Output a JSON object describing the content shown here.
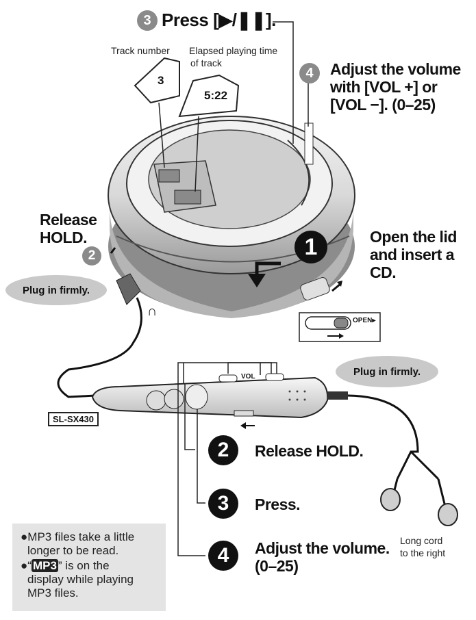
{
  "header": {
    "step3_num": "3",
    "step3_text": "Press [▶/❚❚]."
  },
  "display": {
    "track_label": "Track number",
    "track_value": "3",
    "elapsed_label_1": "Elapsed playing time",
    "elapsed_label_2": "of track",
    "elapsed_value": "5:22"
  },
  "step4_top": {
    "num": "4",
    "line1": "Adjust the volume",
    "line2": "with [VOL +] or",
    "line3": "[VOL −]. (0–25)"
  },
  "step2_top": {
    "num": "2",
    "line1": "Release",
    "line2": "HOLD."
  },
  "step1": {
    "num": "1",
    "line1": "Open the lid",
    "line2": "and insert a",
    "line3": "CD."
  },
  "bubbles": {
    "left": "Plug in firmly.",
    "right": "Plug in firmly."
  },
  "switch_label": "OPEN▸",
  "headphone_glyph": "∩",
  "remote": {
    "vol_label": "VOL",
    "model": "SL-SX430"
  },
  "remote_steps": [
    {
      "num": "2",
      "text": "Release HOLD.",
      "text2": ""
    },
    {
      "num": "3",
      "text": "Press.",
      "text2": ""
    },
    {
      "num": "4",
      "text": "Adjust the volume.",
      "text2": "(0–25)"
    }
  ],
  "cord_label": {
    "line1": "Long cord",
    "line2": "to the right"
  },
  "notes": {
    "item1_line1": "MP3 files take a little",
    "item1_line2": "longer to be read.",
    "item2_prefix": "“",
    "item2_chip": "MP3",
    "item2_line1_rest": "” is on the",
    "item2_line2": "display while playing",
    "item2_line3": "MP3 files."
  },
  "colors": {
    "step_circle_dark": "#111111",
    "step_circle_gray": "#8a8a8a",
    "bubble": "#c9c9c9",
    "note_box": "#e4e4e4",
    "device_body": "#d7d7d7",
    "device_rim": "#efefef"
  }
}
